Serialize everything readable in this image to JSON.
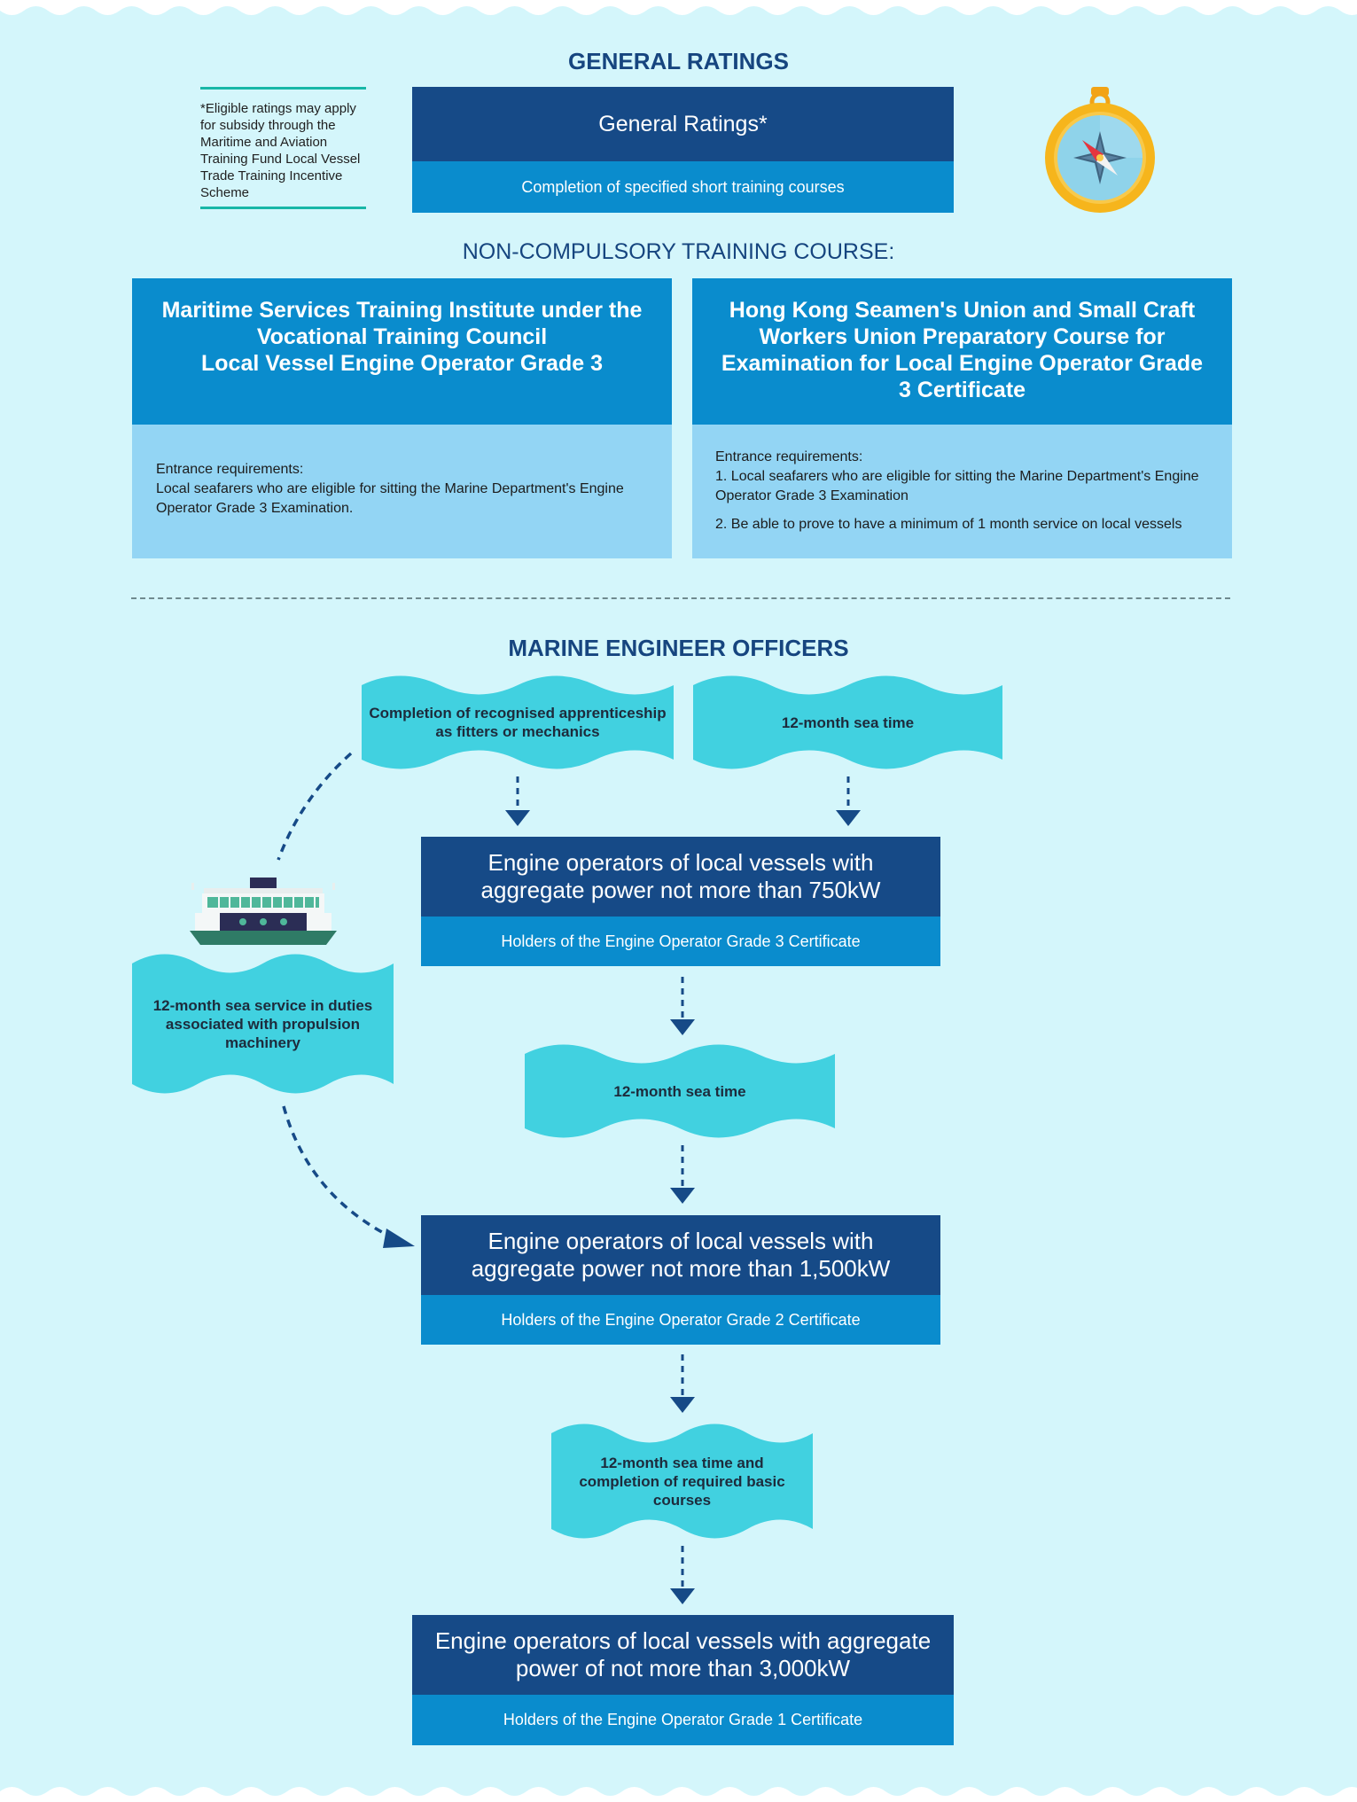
{
  "general_ratings": {
    "heading": "GENERAL RATINGS",
    "box_title": "General Ratings*",
    "box_subtitle": "Completion of specified short training courses",
    "note": "*Eligible ratings may apply for subsidy through the Maritime and Aviation Training Fund Local Vessel Trade Training Incentive Scheme"
  },
  "non_compulsory": {
    "heading": "NON-COMPULSORY TRAINING COURSE:",
    "courses": [
      {
        "title_lines": [
          "Maritime Services Training Institute under the",
          "Vocational Training Council",
          "Local Vessel Engine Operator Grade 3"
        ],
        "req_label": "Entrance requirements:",
        "req_items": [
          "Local seafarers who are eligible for sitting the Marine Department's Engine Operator Grade 3 Examination."
        ]
      },
      {
        "title_lines": [
          "Hong Kong Seamen's Union and Small Craft Workers Union Preparatory Course for Examination for Local Engine Operator Grade 3 Certificate"
        ],
        "req_label": "Entrance requirements:",
        "req_items": [
          "1. Local seafarers who are eligible for sitting the Marine Department's Engine Operator Grade 3 Examination",
          "2. Be able to prove to have a minimum of 1 month service on local vessels"
        ]
      }
    ]
  },
  "marine_engineer": {
    "heading": "MARINE ENGINEER OFFICERS",
    "waves": {
      "apprenticeship": "Completion of recognised apprenticeship as fitters or mechanics",
      "sea_time_top": "12-month sea time",
      "sea_service": "12-month sea service in duties associated with propulsion machinery",
      "sea_time_mid": "12-month sea time",
      "sea_time_basic": "12-month sea time and completion of required basic courses"
    },
    "levels": [
      {
        "title": "Engine operators of local vessels with aggregate power not more than 750kW",
        "certificate": "Holders of the Engine Operator Grade 3 Certificate"
      },
      {
        "title": "Engine operators of local vessels with aggregate power not more than 1,500kW",
        "certificate": "Holders of the Engine Operator Grade 2 Certificate"
      },
      {
        "title": "Engine operators of local vessels with aggregate power of not more than 3,000kW",
        "certificate": "Holders of the Engine Operator Grade 1 Certificate"
      }
    ]
  },
  "icons": [
    "compass-icon",
    "ferry-icon"
  ],
  "colors": {
    "background": "#d4f6fb",
    "dark_blue": "#164a87",
    "mid_blue": "#0a8ccd",
    "light_blue": "#93d5f4",
    "wave_teal": "#41d1e0",
    "note_rule": "#18b7a7"
  }
}
